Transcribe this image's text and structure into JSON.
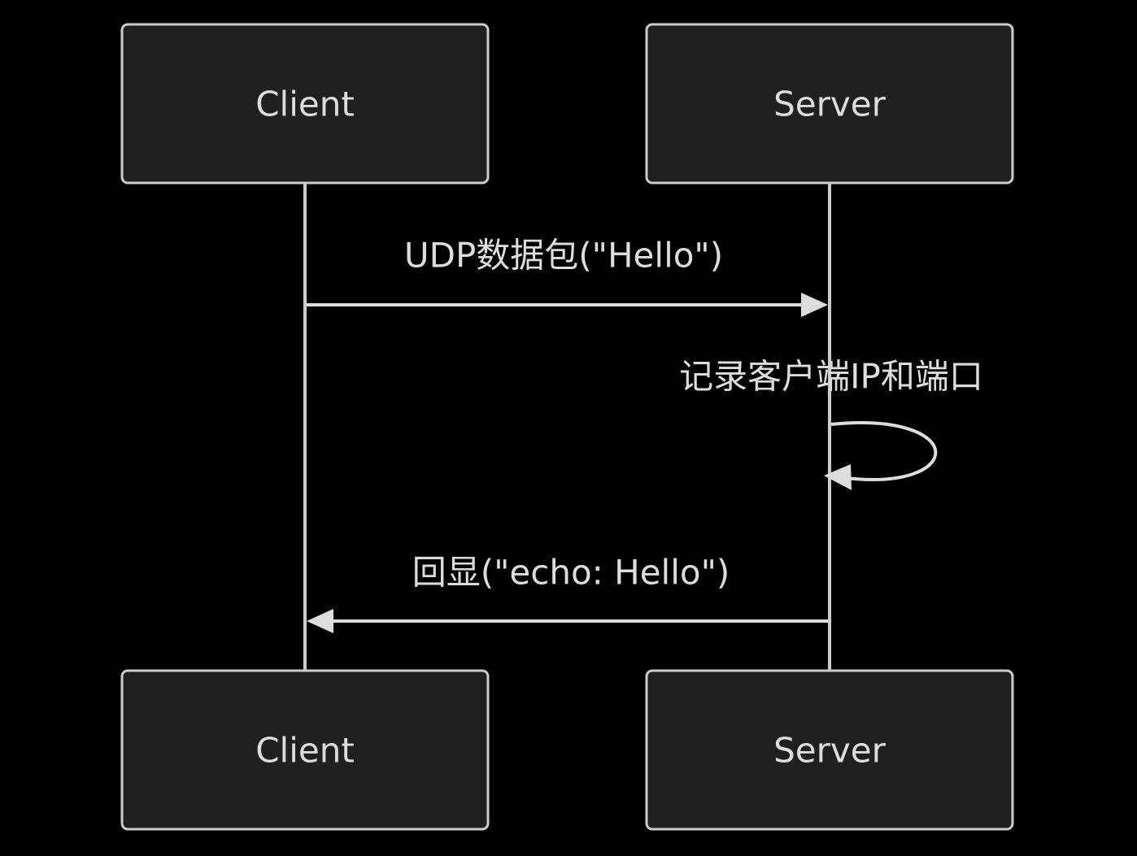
{
  "colors": {
    "background": "#000000",
    "actor_fill": "#1f2020",
    "actor_stroke": "#cccccc",
    "line": "#dddddd",
    "text": "#dddddd"
  },
  "actors": {
    "client": {
      "label": "Client"
    },
    "server": {
      "label": "Server"
    }
  },
  "messages": [
    {
      "from": "Client",
      "to": "Server",
      "label": "UDP数据包(\"Hello\")"
    },
    {
      "from": "Server",
      "to": "Server",
      "label": "记录客户端IP和端口"
    },
    {
      "from": "Server",
      "to": "Client",
      "label": "回显(\"echo: Hello\")"
    }
  ]
}
